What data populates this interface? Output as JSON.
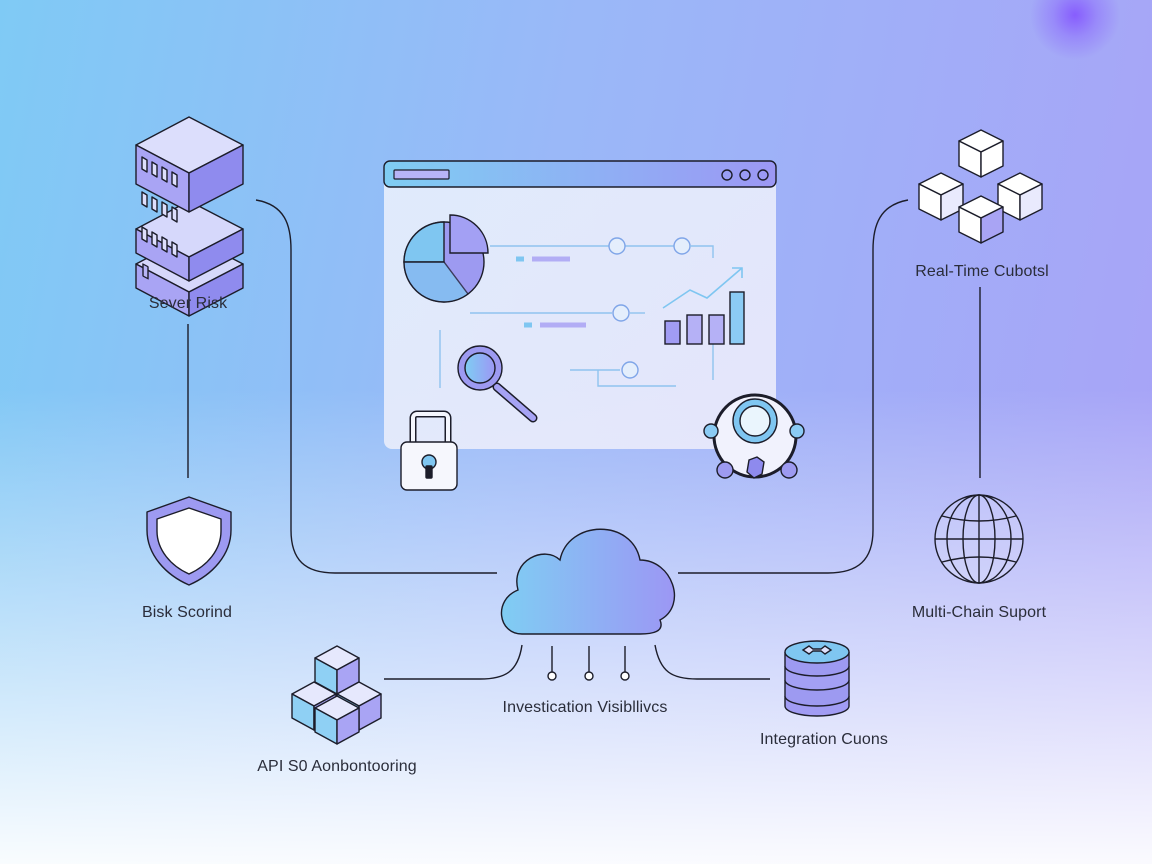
{
  "labels": {
    "server_risk": "Sever Risk",
    "risk_scoring": "Bisk Scorind",
    "api_monitoring": "API S0 Aonbontooring",
    "real_time": "Real-Time Cubotsl",
    "multi_chain": "Multi-Chain Suport",
    "investigation": "Investication Visibllivcs",
    "integration": "Integration Cuons"
  },
  "icons": {
    "server": "server-stack-icon",
    "shield": "shield-icon",
    "cubes_left": "cubes-icon",
    "cubes_right": "cubes-cluster-icon",
    "globe": "globe-icon",
    "cloud": "cloud-icon",
    "database": "database-icon",
    "lock": "lock-icon",
    "magnifier": "magnifier-icon",
    "users": "user-network-icon",
    "pie": "pie-chart-icon",
    "bars": "bar-chart-icon"
  },
  "colors": {
    "stroke": "#1c1d2a",
    "purple": "#9d9af1",
    "blue": "#7fc6f1",
    "light": "#d6d8fb"
  }
}
